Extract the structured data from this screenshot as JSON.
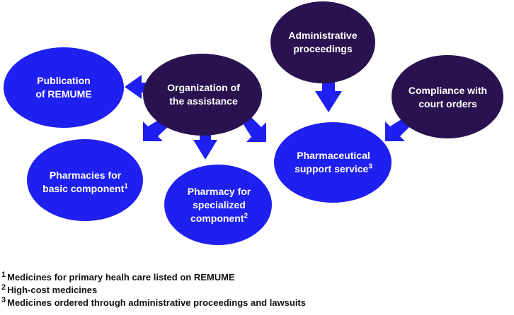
{
  "nodes": {
    "publication": {
      "label_1": "Publication",
      "label_2": "of REMUME",
      "color": "#1f1ff0"
    },
    "organization": {
      "label_1": "Organization of",
      "label_2": "the assistance",
      "color": "#2a1250"
    },
    "administrative": {
      "label_1": "Administrative",
      "label_2": "proceedings",
      "color": "#2a1250"
    },
    "compliance": {
      "label_1": "Compliance with",
      "label_2": "court orders",
      "color": "#2a1250"
    },
    "basic": {
      "label_1": "Pharmacies for",
      "label_2": "basic component",
      "mark": "1",
      "color": "#1f1ff0"
    },
    "specialized": {
      "label_1": "Pharmacy for",
      "label_2": "specialized component",
      "mark": "2",
      "color": "#1f1ff0"
    },
    "service": {
      "label_1": "Pharmaceutical",
      "label_2": "support service",
      "mark": "3",
      "color": "#1f1ff0"
    }
  },
  "arrow_color": "#1f1ff0",
  "footnotes": [
    {
      "mark": "1",
      "text": "Medicines for primary healh care listed on REMUME"
    },
    {
      "mark": "2",
      "text": "High-cost medicines"
    },
    {
      "mark": "3",
      "text": "Medicines ordered through administrative proceedings and lawsuits"
    }
  ]
}
